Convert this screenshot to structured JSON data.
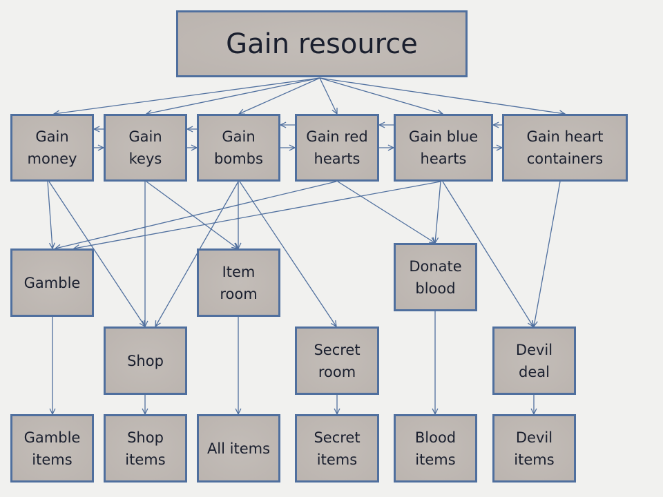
{
  "diagram": {
    "root": {
      "id": "gain-resource",
      "label": "Gain resource"
    },
    "nodes": [
      {
        "id": "gain-money",
        "label": "Gain\nmoney"
      },
      {
        "id": "gain-keys",
        "label": "Gain\nkeys"
      },
      {
        "id": "gain-bombs",
        "label": "Gain\nbombs"
      },
      {
        "id": "gain-red-hearts",
        "label": "Gain red\nhearts"
      },
      {
        "id": "gain-blue-hearts",
        "label": "Gain blue\nhearts"
      },
      {
        "id": "gain-heart-containers",
        "label": "Gain heart\ncontainers"
      },
      {
        "id": "gamble",
        "label": "Gamble"
      },
      {
        "id": "item-room",
        "label": "Item\nroom"
      },
      {
        "id": "donate-blood",
        "label": "Donate\nblood"
      },
      {
        "id": "shop",
        "label": "Shop"
      },
      {
        "id": "secret-room",
        "label": "Secret\nroom"
      },
      {
        "id": "devil-deal",
        "label": "Devil\ndeal"
      },
      {
        "id": "gamble-items",
        "label": "Gamble\nitems"
      },
      {
        "id": "shop-items",
        "label": "Shop\nitems"
      },
      {
        "id": "all-items",
        "label": "All items"
      },
      {
        "id": "secret-items",
        "label": "Secret\nitems"
      },
      {
        "id": "blood-items",
        "label": "Blood\nitems"
      },
      {
        "id": "devil-items",
        "label": "Devil\nitems"
      }
    ],
    "edges": [
      [
        "gain-resource",
        "gain-money"
      ],
      [
        "gain-resource",
        "gain-keys"
      ],
      [
        "gain-resource",
        "gain-bombs"
      ],
      [
        "gain-resource",
        "gain-red-hearts"
      ],
      [
        "gain-resource",
        "gain-blue-hearts"
      ],
      [
        "gain-resource",
        "gain-heart-containers"
      ],
      [
        "gain-money",
        "gain-keys"
      ],
      [
        "gain-keys",
        "gain-money"
      ],
      [
        "gain-keys",
        "gain-bombs"
      ],
      [
        "gain-bombs",
        "gain-keys"
      ],
      [
        "gain-bombs",
        "gain-red-hearts"
      ],
      [
        "gain-red-hearts",
        "gain-bombs"
      ],
      [
        "gain-red-hearts",
        "gain-blue-hearts"
      ],
      [
        "gain-blue-hearts",
        "gain-red-hearts"
      ],
      [
        "gain-blue-hearts",
        "gain-heart-containers"
      ],
      [
        "gain-heart-containers",
        "gain-blue-hearts"
      ],
      [
        "gain-money",
        "gamble"
      ],
      [
        "gain-money",
        "shop"
      ],
      [
        "gain-keys",
        "shop"
      ],
      [
        "gain-keys",
        "item-room"
      ],
      [
        "gain-bombs",
        "item-room"
      ],
      [
        "gain-bombs",
        "shop"
      ],
      [
        "gain-bombs",
        "secret-room"
      ],
      [
        "gain-red-hearts",
        "gamble"
      ],
      [
        "gain-red-hearts",
        "donate-blood"
      ],
      [
        "gain-blue-hearts",
        "gamble"
      ],
      [
        "gain-blue-hearts",
        "donate-blood"
      ],
      [
        "gain-blue-hearts",
        "devil-deal"
      ],
      [
        "gain-heart-containers",
        "devil-deal"
      ],
      [
        "gamble",
        "gamble-items"
      ],
      [
        "shop",
        "shop-items"
      ],
      [
        "item-room",
        "all-items"
      ],
      [
        "secret-room",
        "secret-items"
      ],
      [
        "donate-blood",
        "blood-items"
      ],
      [
        "devil-deal",
        "devil-items"
      ]
    ]
  },
  "colors": {
    "box_fill": "#bfb9b4",
    "box_border": "#4f6f9e",
    "arrow": "#4f6f9e",
    "text": "#1a1f2e",
    "background": "#f1f1ef"
  }
}
